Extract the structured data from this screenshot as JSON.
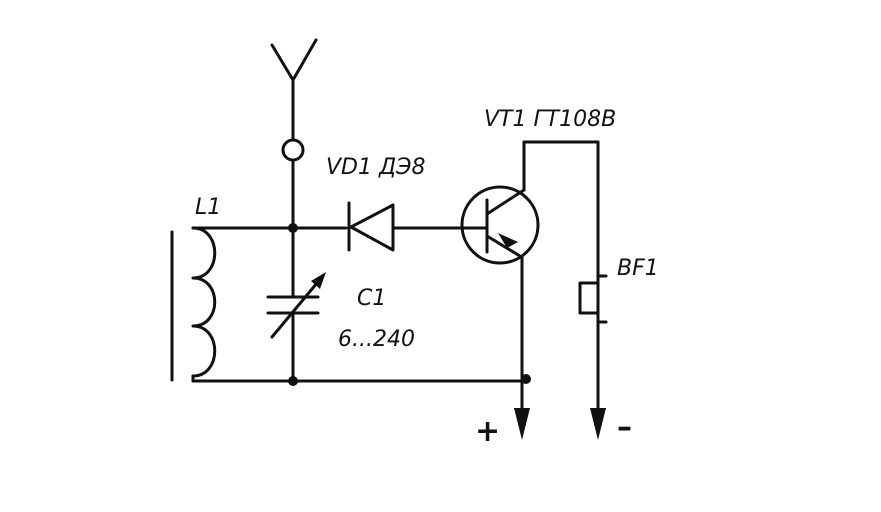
{
  "labels": {
    "l1": "L1",
    "vd1": "VD1 ДЭ8",
    "vt1": "VT1 ГТ108В",
    "c1": "C1",
    "c1_value": "6...240",
    "bf1": "BF1",
    "plus": "+",
    "minus": "–"
  },
  "colors": {
    "ink": "#111111",
    "background": "#ffffff"
  }
}
